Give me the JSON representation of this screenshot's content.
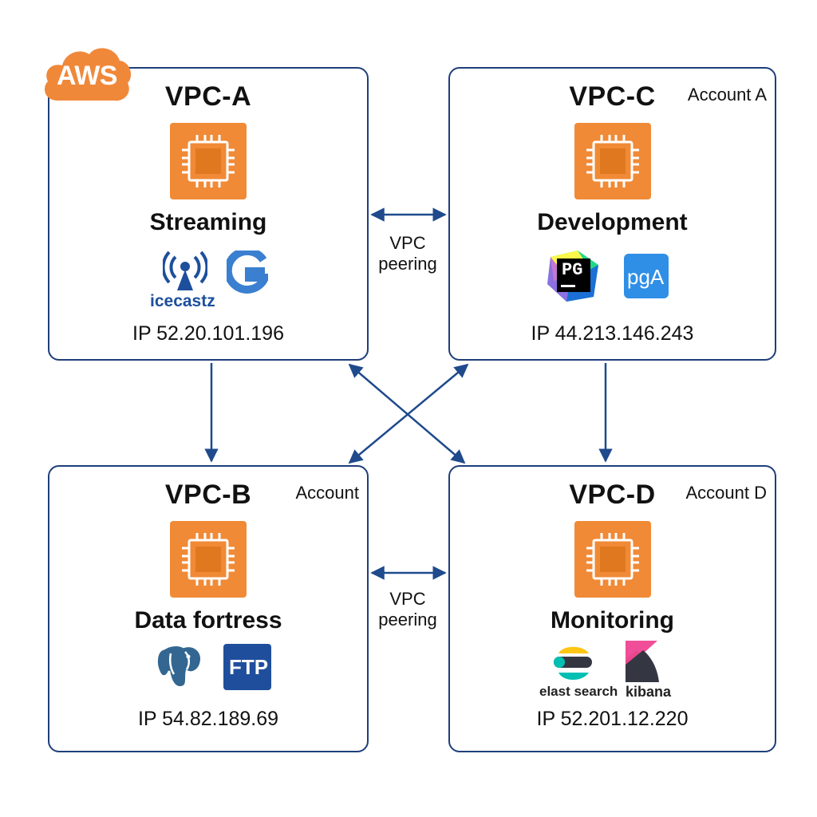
{
  "brand": {
    "badge": "AWS",
    "color": "#f0883a"
  },
  "colors": {
    "chip": "#f08a36",
    "chip_core": "#e0781f",
    "border": "#1f3f7a",
    "arrow": "#1f4a8c"
  },
  "vpcs": {
    "a": {
      "title": "VPC-A",
      "account": "",
      "role": "Streaming",
      "ip": "IP 52.20.101.196",
      "logos": [
        {
          "name": "icecast-icon",
          "caption": "icecastz"
        },
        {
          "name": "g-icon",
          "caption": ""
        }
      ]
    },
    "c": {
      "title": "VPC-C",
      "account": "Account A",
      "role": "Development",
      "ip": "IP 44.213.146.243",
      "logos": [
        {
          "name": "pycharm-icon",
          "caption": "PG"
        },
        {
          "name": "pgadmin-icon",
          "caption": "pgA"
        }
      ]
    },
    "b": {
      "title": "VPC-B",
      "account": "Account",
      "role": "Data fortress",
      "ip": "IP 54.82.189.69",
      "logos": [
        {
          "name": "postgresql-icon",
          "caption": ""
        },
        {
          "name": "ftp-icon",
          "caption": "FTP"
        }
      ]
    },
    "d": {
      "title": "VPC-D",
      "account": "Account D",
      "role": "Monitoring",
      "ip": "IP 52.201.12.220",
      "logos": [
        {
          "name": "elasticsearch-icon",
          "caption": "elast search"
        },
        {
          "name": "kibana-icon",
          "caption": "kibana"
        }
      ]
    }
  },
  "connections": {
    "top_peering": {
      "line1": "VPC",
      "line2": "peering"
    },
    "bottom_peering": {
      "line1": "VPC",
      "line2": "peering"
    }
  }
}
